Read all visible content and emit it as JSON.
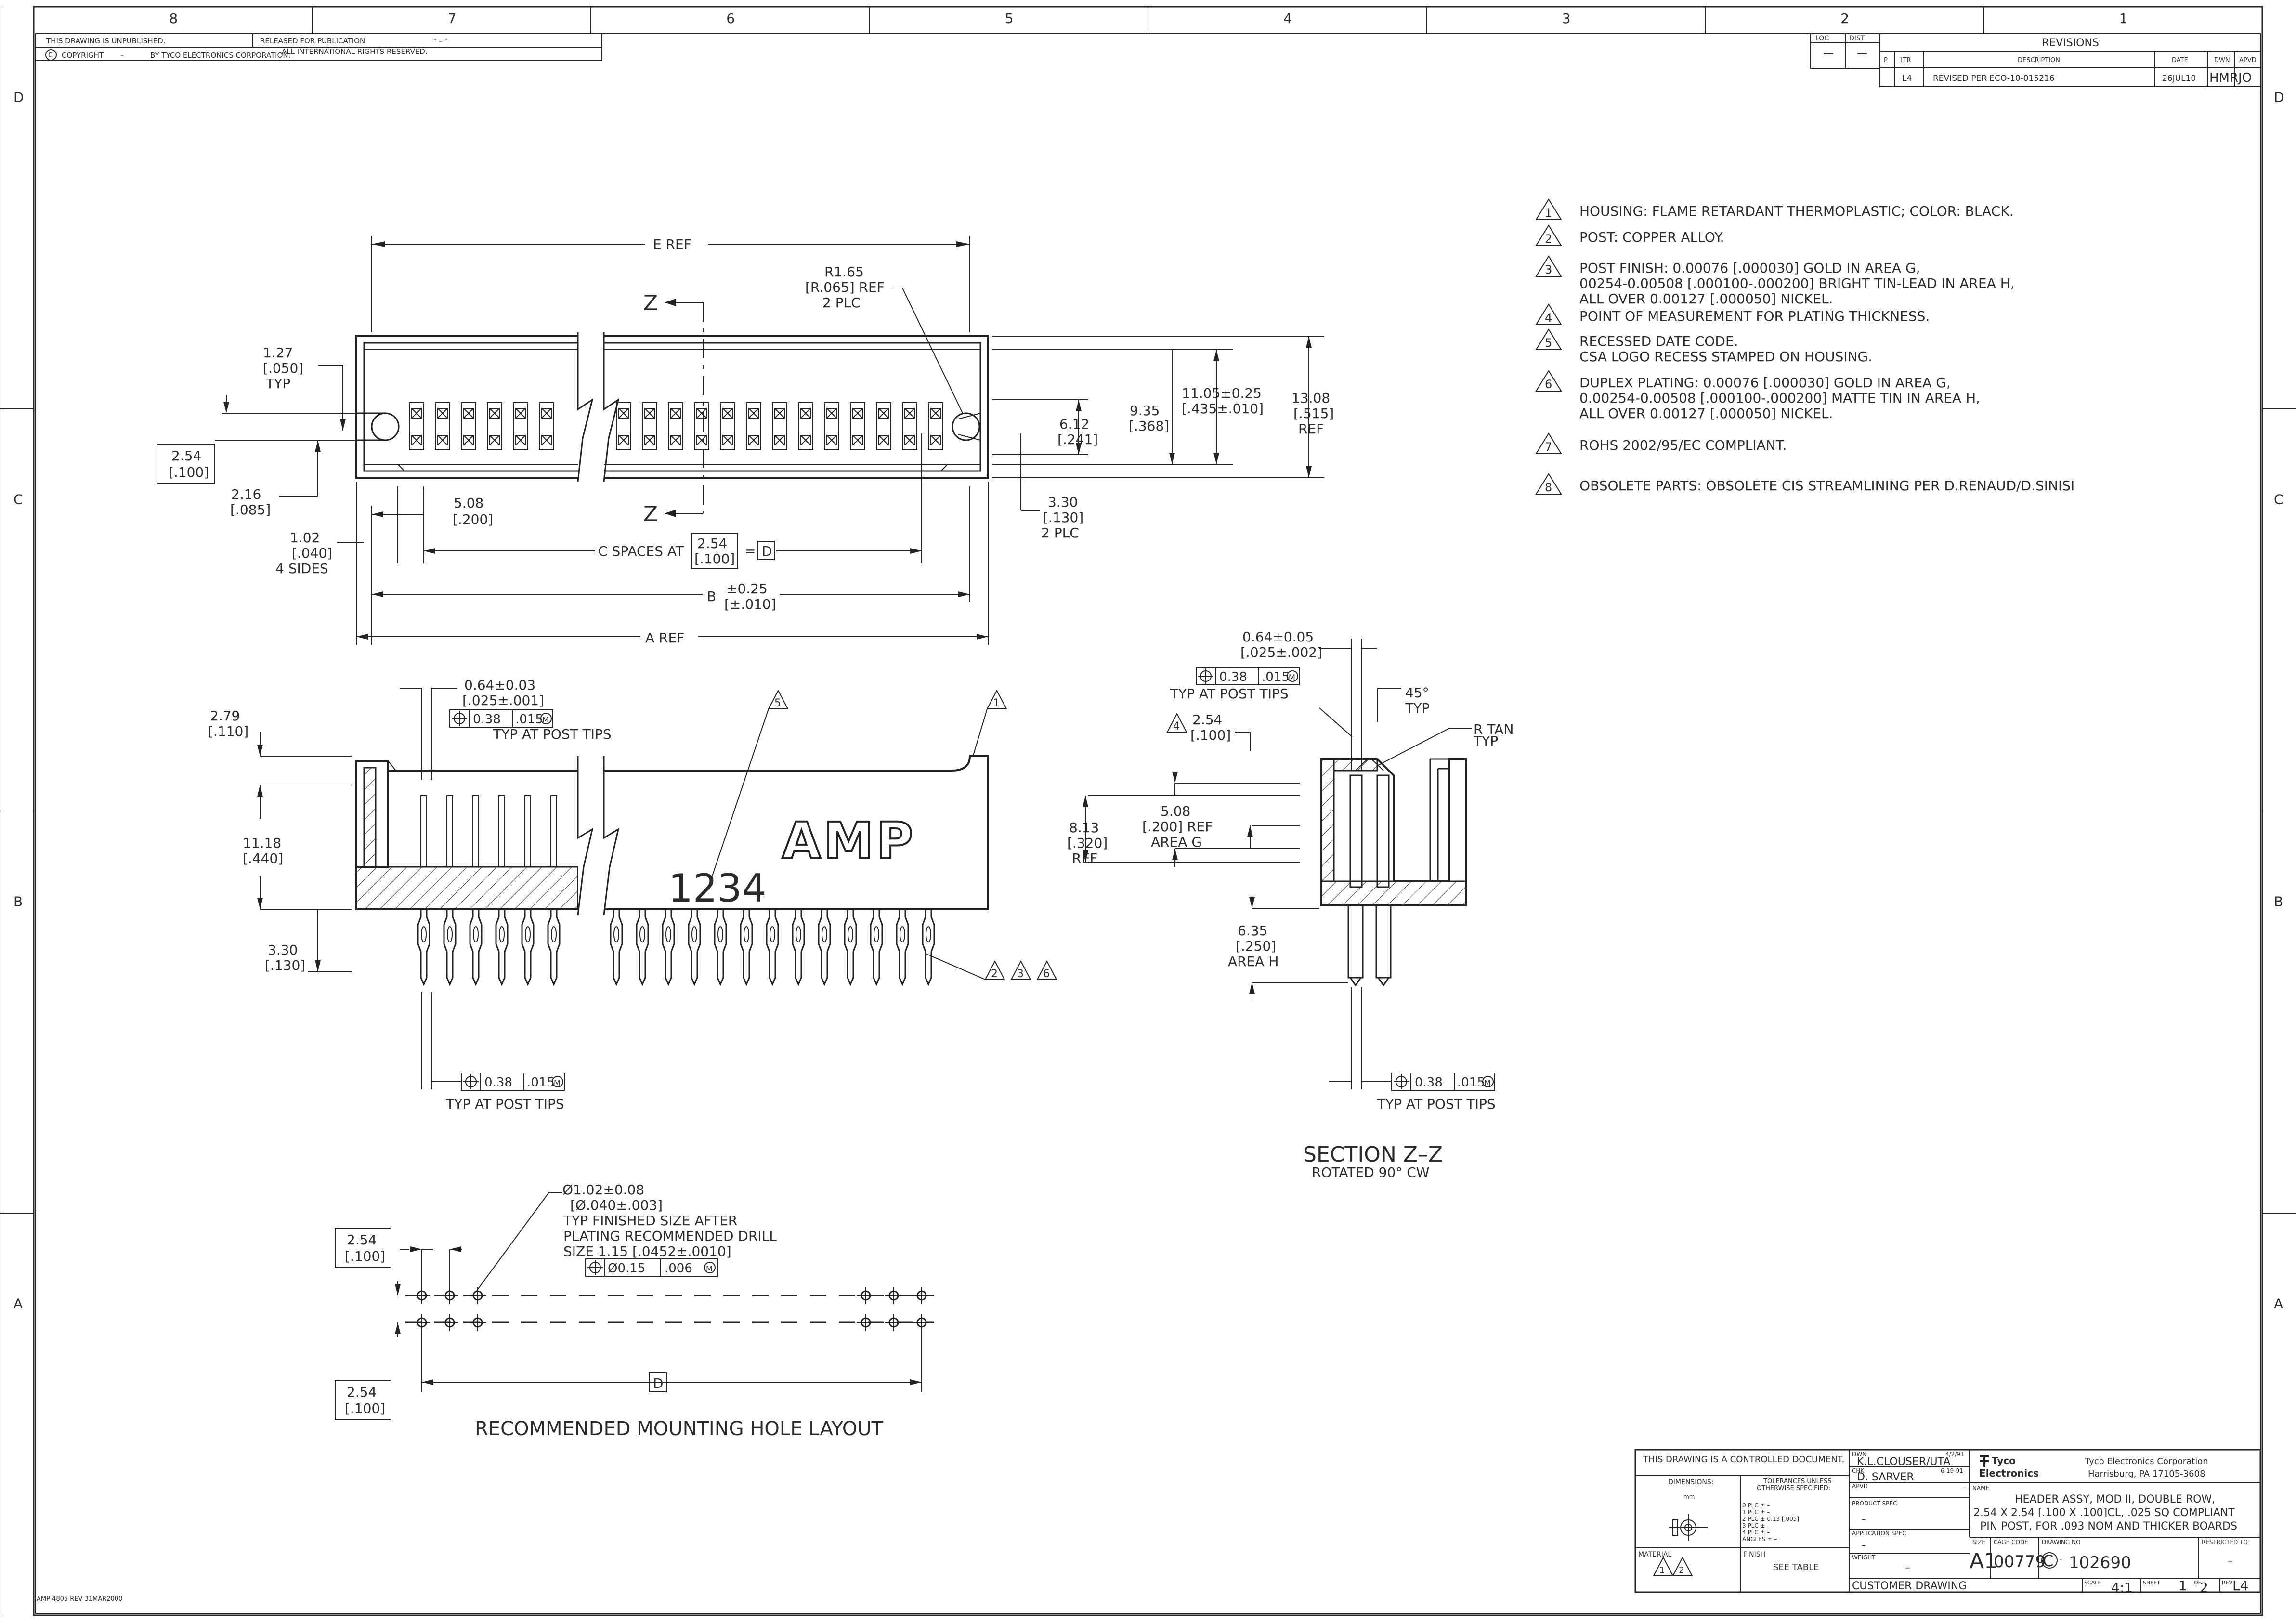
{
  "border": {
    "zones_top": [
      "8",
      "7",
      "6",
      "5",
      "4",
      "3",
      "2",
      "1"
    ],
    "rows_side": [
      "D",
      "C",
      "B",
      "A"
    ]
  },
  "header_block": {
    "unpublished": "THIS DRAWING IS UNPUBLISHED.",
    "released": "RELEASED FOR PUBLICATION",
    "released_mark": "° – °",
    "copyright": "COPYRIGHT",
    "copyright_dash": "–",
    "by": "BY TYCO ELECTRONICS CORPORATION.",
    "rights": "ALL INTERNATIONAL RIGHTS RESERVED."
  },
  "revisions": {
    "loc_label": "LOC",
    "dist_label": "DIST",
    "loc_value": "—",
    "dist_value": "—",
    "title": "REVISIONS",
    "headers": [
      "P",
      "LTR",
      "DESCRIPTION",
      "DATE",
      "DWN",
      "APVD"
    ],
    "row": [
      "",
      "L4",
      "REVISED PER ECO-10-015216",
      "26JUL10",
      "HMR",
      "JO"
    ]
  },
  "notes": [
    {
      "num": "1",
      "text": [
        "HOUSING: FLAME RETARDANT THERMOPLASTIC;   COLOR: BLACK."
      ]
    },
    {
      "num": "2",
      "text": [
        "POST: COPPER ALLOY."
      ]
    },
    {
      "num": "3",
      "text": [
        "POST FINISH: 0.00076 [.000030] GOLD IN AREA G,",
        "00254-0.00508 [.000100-.000200] BRIGHT TIN-LEAD IN AREA H,",
        "ALL OVER 0.00127 [.000050] NICKEL."
      ]
    },
    {
      "num": "4",
      "text": [
        "POINT OF MEASUREMENT FOR PLATING THICKNESS."
      ]
    },
    {
      "num": "5",
      "text": [
        "RECESSED DATE CODE.",
        "CSA LOGO RECESS STAMPED ON HOUSING."
      ]
    },
    {
      "num": "6",
      "text": [
        "DUPLEX PLATING: 0.00076 [.000030] GOLD IN AREA G,",
        "0.00254-0.00508 [.000100-.000200] MATTE TIN IN AREA H,",
        "ALL OVER 0.00127 [.000050] NICKEL."
      ]
    },
    {
      "num": "7",
      "text": [
        "ROHS 2002/95/EC COMPLIANT."
      ]
    },
    {
      "num": "8",
      "text": [
        "OBSOLETE PARTS: OBSOLETE CIS STREAMLINING PER D.RENAUD/D.SINISI"
      ]
    }
  ],
  "top_view": {
    "e_ref": "E  REF",
    "r165": "R1.65",
    "r065": "[R.065]  REF",
    "two_plc": "2  PLC",
    "z": "Z",
    "d127": "1.27",
    "d050": "[.050]",
    "typ": "TYP",
    "d254": "2.54",
    "d100": "[.100]",
    "d216": "2.16",
    "d085": "[.085]",
    "d508": "5.08",
    "d200": "[.200]",
    "d102": "1.02",
    "d040": "[.040]",
    "four_sides": "4  SIDES",
    "c_spaces": "C  SPACES  AT",
    "equals": "=",
    "d_box": "D",
    "b_label": "B",
    "b_tol": "±0.25",
    "b_tol_in": "[±.010]",
    "a_ref": "A  REF",
    "d612": "6.12",
    "d241": "[.241]",
    "d935": "9.35",
    "d368": "[.368]",
    "d1105": "11.05±0.25",
    "d435": "[.435±.010]",
    "d1308": "13.08",
    "d515": "[.515]",
    "ref": "REF",
    "d330": "3.30",
    "d130": "[.130]",
    "plc2": "2  PLC"
  },
  "front_view": {
    "d064": "0.64±0.03",
    "d025": "[.025±.001]",
    "fcf_tol": "0.38",
    "fcf_tol_in": ".015",
    "fcf_mod": "M",
    "typ_post_tips": "TYP  AT  POST  TIPS",
    "d279": "2.79",
    "d110": "[.110]",
    "d1118": "11.18",
    "d440": "[.440]",
    "d330": "3.30",
    "d130": "[.130]",
    "logo": "AMP",
    "date_code": "1234",
    "note5": "5",
    "note1": "1",
    "note2": "2",
    "note3": "3",
    "note6": "6"
  },
  "section_view": {
    "d064": "0.64±0.05",
    "d025": "[.025±.002]",
    "fcf_tol": "0.38",
    "fcf_tol_in": ".015",
    "fcf_mod": "M",
    "typ_post_tips": "TYP  AT  POST  TIPS",
    "note4": "4",
    "d254": "2.54",
    "d100": "[.100]",
    "angle": "45°",
    "typ": "TYP",
    "r_tan": "R  TAN",
    "typ2": "TYP",
    "d508": "5.08",
    "d200": "[.200]  REF",
    "area_g": "AREA  G",
    "d813": "8.13",
    "d320": "[.320]",
    "ref": "REF",
    "d635": "6.35",
    "d250": "[.250]",
    "area_h": "AREA  H",
    "title": "SECTION  Z–Z",
    "rotated": "ROTATED  90°  CW"
  },
  "hole_layout": {
    "dia": "Ø1.02±0.08",
    "dia_in": "[Ø.040±.003]",
    "line3": "TYP  FINISHED  SIZE  AFTER",
    "line4": "PLATING  RECOMMENDED  DRILL",
    "line5": "SIZE  1.15  [.0452±.0010]",
    "fcf_tol": "Ø0.15",
    "fcf_tol_in": ".006",
    "fcf_mod": "M",
    "d254a": "2.54",
    "d100a": "[.100]",
    "d254b": "2.54",
    "d100b": "[.100]",
    "d_box": "D",
    "title": "RECOMMENDED  MOUNTING  HOLE  LAYOUT"
  },
  "title_block": {
    "controlled": "THIS DRAWING IS A CONTROLLED DOCUMENT.",
    "dimensions": "DIMENSIONS:",
    "dim_unit": "mm",
    "tolerances": [
      "TOLERANCES UNLESS",
      "OTHERWISE SPECIFIED:"
    ],
    "plc_rows": [
      "0 PLC    ±  –",
      "1 PLC    ±  –",
      "2 PLC    ±  0.13 [.005]",
      "3 PLC    ±  –",
      "4 PLC    ±  –",
      "ANGLES        ±  –"
    ],
    "material": "MATERIAL",
    "finish": "FINISH",
    "see_table": "SEE  TABLE",
    "dwn_label": "DWN",
    "dwn_name": "K.L.CLOUSER/UTA",
    "dwn_date": "4/2/91",
    "chk_label": "CHK",
    "chk_name": "D. SARVER",
    "chk_date": "6-19-91",
    "apvd_label": "APVD",
    "apvd_value": "–",
    "product_spec": "PRODUCT SPEC",
    "product_spec_value": "–",
    "application_spec": "APPLICATION SPEC",
    "application_spec_value": "–",
    "weight": "WEIGHT",
    "weight_value": "–",
    "customer_drawing": "CUSTOMER  DRAWING",
    "logo_line1": "Tyco",
    "logo_line2": "Electronics",
    "company": "Tyco Electronics Corporation",
    "address": "Harrisburg, PA 17105-3608",
    "name_label": "NAME",
    "name_lines": [
      "HEADER ASSY, MOD II, DOUBLE ROW,",
      "2.54 X 2.54 [.100 X .100]CL, .025 SQ COMPLIANT",
      "PIN POST, FOR .093 NOM AND THICKER BOARDS"
    ],
    "size_label": "SIZE",
    "size": "A1",
    "cage_label": "CAGE CODE",
    "cage": "00779",
    "drawing_no_label": "DRAWING NO",
    "drawing_no_prefix": "C",
    "drawing_no_small": "-",
    "drawing_no": "102690",
    "restricted_label": "RESTRICTED TO",
    "restricted": "–",
    "scale_label": "SCALE",
    "scale": "4:1",
    "sheet_label": "SHEET",
    "sheet": "1",
    "of_label": "OF",
    "of": "2",
    "rev_label": "REV",
    "rev": "L4"
  },
  "footer_note": "AMP 4805 REV 31MAR2000"
}
